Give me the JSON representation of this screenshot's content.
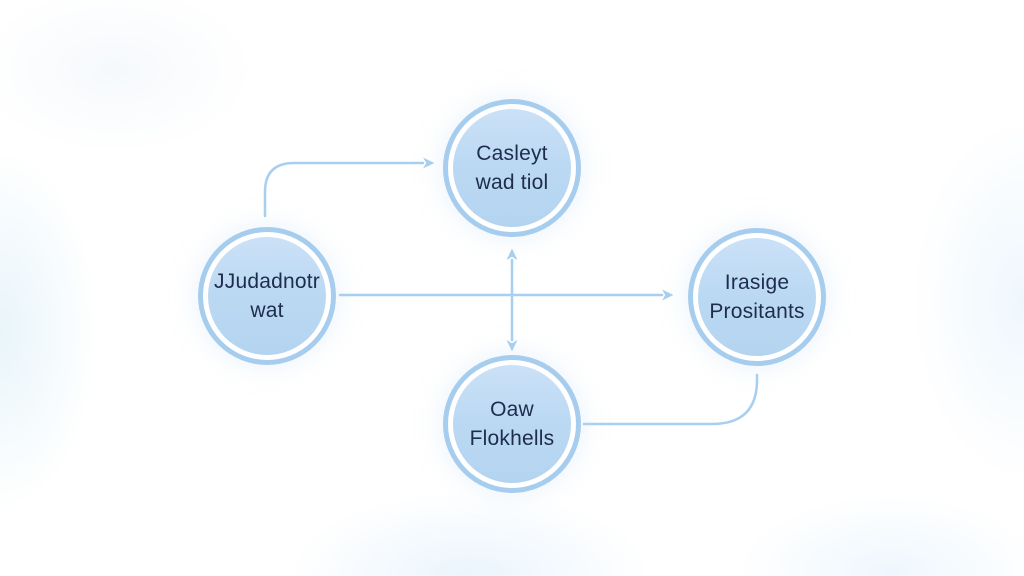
{
  "diagram": {
    "type": "flowchart",
    "background_color": "#ffffff",
    "node_fill_color": "#bcd9f3",
    "node_ring_color": "#a6cdee",
    "connector_color": "#a8cfef",
    "text_color": "#1e2c4e",
    "nodes": {
      "top": {
        "line1": "Casleyt",
        "line2": "wad tiol"
      },
      "left": {
        "line1": "JJudadnotr",
        "line2": "wat"
      },
      "right": {
        "line1": "Irasige",
        "line2": "Prositants"
      },
      "bottom": {
        "line1": "Oaw",
        "line2": "Flokhells"
      }
    },
    "edges": [
      {
        "from": "left",
        "to": "top",
        "style": "curved-elbow",
        "arrowheads": "end"
      },
      {
        "from": "left",
        "to": "right",
        "style": "straight",
        "arrowheads": "end"
      },
      {
        "from": "top",
        "to": "bottom",
        "style": "straight",
        "arrowheads": "both"
      },
      {
        "from": "bottom",
        "to": "right",
        "style": "curved-elbow",
        "arrowheads": "none"
      }
    ]
  }
}
